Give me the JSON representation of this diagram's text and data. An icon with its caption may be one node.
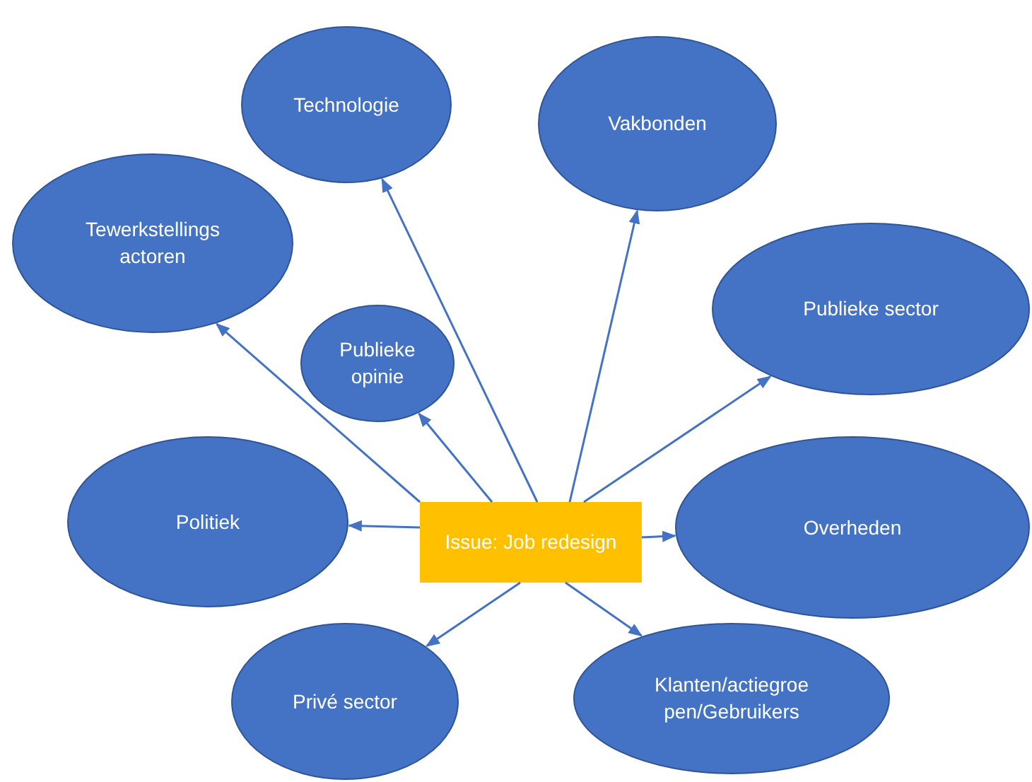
{
  "diagram": {
    "nodes": [
      {
        "text": [
          "Technologie"
        ]
      },
      {
        "text": [
          "Vakbonden"
        ]
      },
      {
        "text": [
          "Tewerkstellings actoren"
        ]
      },
      {
        "text": [
          "Publieke sector"
        ]
      },
      {
        "text": [
          "Publieke opinie"
        ]
      },
      {
        "text": [
          "Politiek"
        ]
      },
      {
        "text": [
          "Issue: Job redesign"
        ]
      },
      {
        "text": [
          "Overheden"
        ]
      },
      {
        "text": [
          "Privé sector"
        ]
      },
      {
        "text": [
          "Klanten/actiegroe pen/Gebruikers"
        ]
      }
    ],
    "edges": [
      {
        "from": 6,
        "to": 0,
        "arrow": "to"
      },
      {
        "from": 6,
        "to": 1,
        "arrow": "to"
      },
      {
        "from": 6,
        "to": 2,
        "arrow": "to"
      },
      {
        "from": 6,
        "to": 3,
        "arrow": "to"
      },
      {
        "from": 6,
        "to": 4,
        "arrow": "to"
      },
      {
        "from": 6,
        "to": 5,
        "arrow": "to"
      },
      {
        "from": 6,
        "to": 7,
        "arrow": "to"
      },
      {
        "from": 6,
        "to": 8,
        "arrow": "to"
      },
      {
        "from": 6,
        "to": 9,
        "arrow": "to"
      }
    ]
  }
}
